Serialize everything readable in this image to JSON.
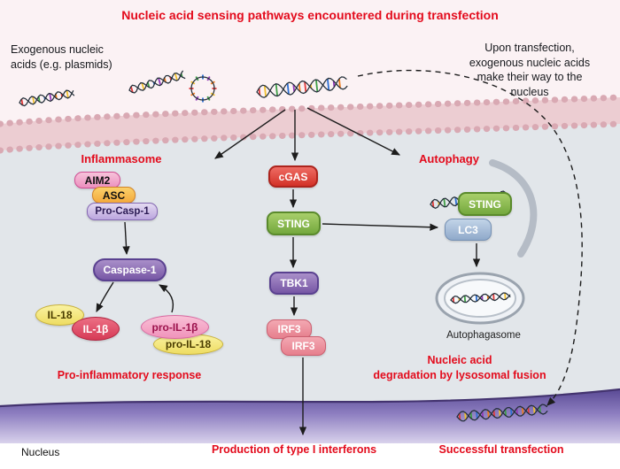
{
  "title": "Nucleic acid sensing pathways encountered during transfection",
  "annotations": {
    "exogenous": "Exogenous nucleic\nacids (e.g. plasmids)",
    "upon": "Upon transfection,\nexogenous nucleic acids\nmake their way to the\nnucleus",
    "nucleus": "Nucleus"
  },
  "inflammasome": {
    "label": "Inflammasome",
    "aim2": "AIM2",
    "asc": "ASC",
    "pro_casp1": "Pro-Casp-1",
    "caspase1": "Caspase-1",
    "il18": "IL-18",
    "il1b": "IL-1β",
    "pro_il1b": "pro-IL-1β",
    "pro_il18": "pro-IL-18",
    "outcome": "Pro-inflammatory response"
  },
  "cgas_pathway": {
    "cgas": "cGAS",
    "sting": "STING",
    "tbk1": "TBK1",
    "irf3_a": "IRF3",
    "irf3_b": "IRF3",
    "outcome": "Production of type I interferons"
  },
  "autophagy": {
    "label": "Autophagy",
    "sting": "STING",
    "lc3": "LC3",
    "vesicle": "Autophagasome",
    "outcome": "Nucleic acid\ndegradation by lysosomal fusion"
  },
  "transfection": {
    "success": "Successful transfection"
  },
  "icons": {
    "dna": "dna-icon",
    "plasmid": "plasmid-icon"
  },
  "colors": {
    "accent_red": "#e30b1c",
    "sting_green": "#74a83e",
    "cgas_red": "#d33127",
    "caspase_purple": "#7757a5",
    "lc3_blue": "#8fa9ca",
    "nucleus_purple": "#5a4a95",
    "membrane_pink": "#eccdd2",
    "cytoplasm_gray": "#e2e6ea"
  }
}
